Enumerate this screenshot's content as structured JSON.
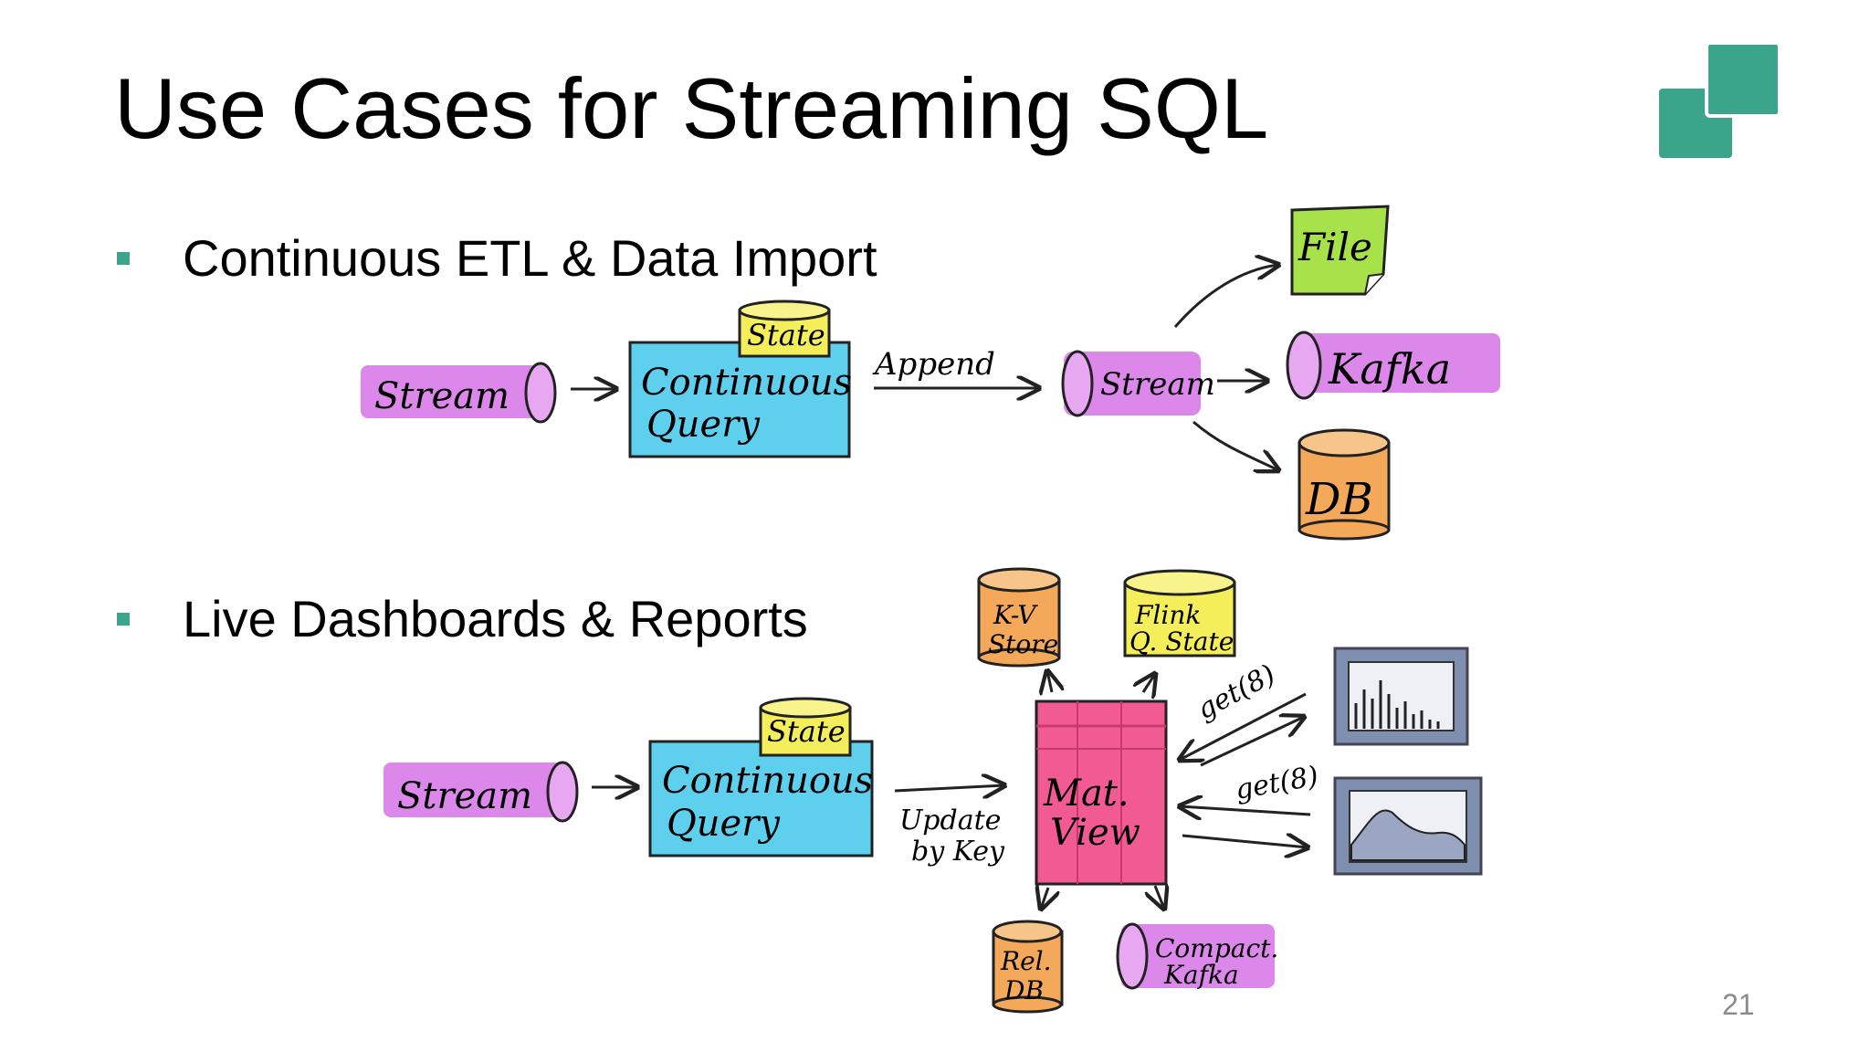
{
  "slide": {
    "title": "Use Cases for Streaming SQL",
    "page_number": "21",
    "bullets": [
      {
        "text": "Continuous ETL & Data Import"
      },
      {
        "text": "Live Dashboards & Reports"
      }
    ]
  },
  "colors": {
    "accent": "#3aa58a",
    "stream": "#d77be8",
    "query": "#5ed0ee",
    "state": "#f4ee5a",
    "file": "#a8e24a",
    "db": "#f4a95a",
    "matview": "#f25a93",
    "dashboard_frame": "#7f8fb0"
  },
  "diagram_etl": {
    "stream_in": "Stream",
    "state": "State",
    "query_line1": "Continuous",
    "query_line2": "Query",
    "append": "Append",
    "stream_out": "Stream",
    "file": "File",
    "kafka": "Kafka",
    "db": "DB"
  },
  "diagram_dash": {
    "stream_in": "Stream",
    "state": "State",
    "query_line1": "Continuous",
    "query_line2": "Query",
    "update_line1": "Update",
    "update_line2": "by Key",
    "kv_line1": "K-V",
    "kv_line2": "Store",
    "flink_line1": "Flink",
    "flink_line2": "Q. State",
    "matview_line1": "Mat.",
    "matview_line2": "View",
    "get1": "get(8)",
    "get2": "get(8)",
    "reldb_line1": "Rel.",
    "reldb_line2": "DB",
    "compact_line1": "Compact.",
    "compact_line2": "Kafka"
  }
}
